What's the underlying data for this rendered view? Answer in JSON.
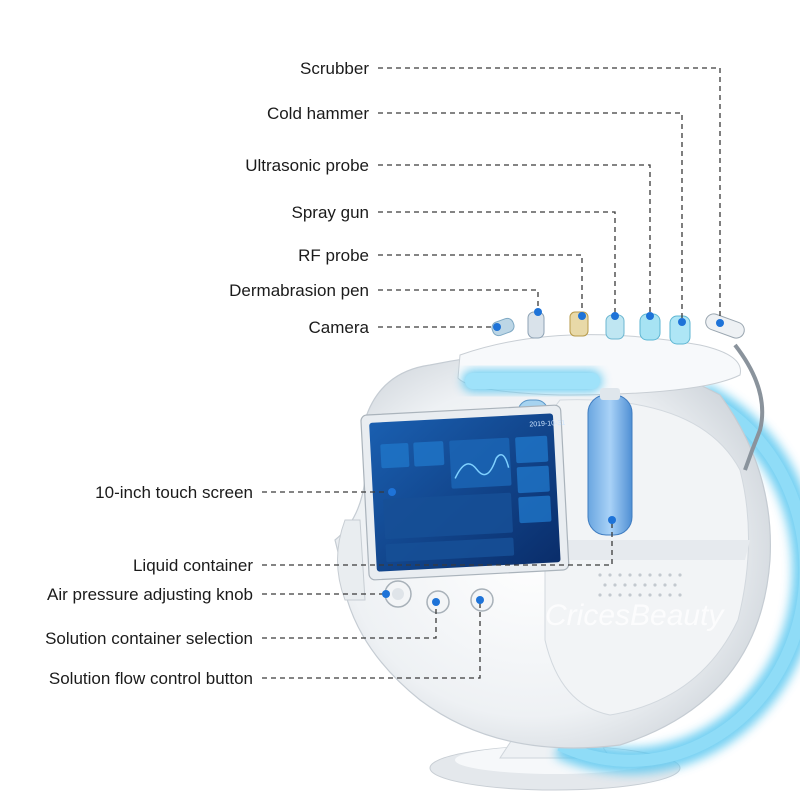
{
  "labels": {
    "scrubber": "Scrubber",
    "cold_hammer": "Cold hammer",
    "ultrasonic_probe": "Ultrasonic probe",
    "spray_gun": "Spray gun",
    "rf_probe": "RF probe",
    "dermabrasion_pen": "Dermabrasion pen",
    "camera": "Camera",
    "touch_screen": "10-inch touch screen",
    "liquid_container": "Liquid container",
    "air_pressure_knob": "Air pressure adjusting knob",
    "solution_container_selection": "Solution container selection",
    "solution_flow_button": "Solution flow control button"
  },
  "watermark": "CricesBeauty",
  "screen": {
    "date": "2019-10-31"
  },
  "colors": {
    "glow": "#5cc8f0",
    "body": "#f4f6f8",
    "screen": "#0d3d86",
    "dot": "#1e73d8"
  }
}
